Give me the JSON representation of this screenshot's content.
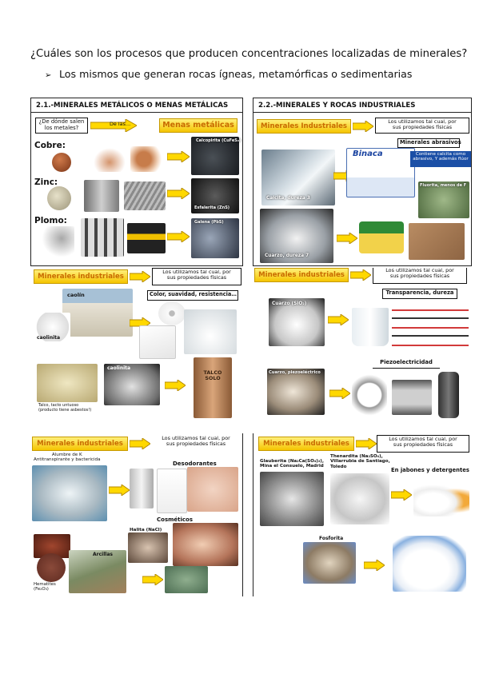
{
  "question": "¿Cuáles son los procesos que producen concentraciones localizadas de minerales?",
  "bullet": "Los mismos que generan rocas ígneas, metamórficas o sedimentarias",
  "bullet_marker": "➢",
  "p1": {
    "title": "2.1.-MINERALES METÁLICOS O MENAS METÁLICAS",
    "q_box": "¿De dónde salen\nlos metales?",
    "arrow_label": "De las…",
    "yellow": "Menas metálicas",
    "rows": [
      "Cobre:",
      "Zinc:",
      "Plomo:"
    ],
    "captions": [
      "Calcopirita (CuFeS₂)",
      "Esfalerita (ZnS)",
      "Galena (PbS)"
    ]
  },
  "p2": {
    "title": "2.2.-MINERALES Y ROCAS INDUSTRIALES",
    "yellow": "Minerales Industriales",
    "use_box": "Los utilizamos tal cual, por\nsus propiedades físicas",
    "sub_box": "Minerales abrasivos",
    "brand": "Binaca",
    "caps": [
      "Calcita, dureza 3",
      "Cuarzo, dureza 7",
      "Fluorita, menos de F"
    ],
    "promo": "Contiene calcita como\nabrasivo, Y además flúor"
  },
  "p3": {
    "yellow": "Minerales industriales",
    "use_box": "Los utilizamos tal cual, por\nsus propiedades físicas",
    "sub_box": "Color, suavidad, resistencia…",
    "labels": [
      "caolín",
      "caolinita",
      "caolinita"
    ],
    "talc": "Talco, tacto untuoso\n(producto tiene asbestos!)",
    "can": "TALCO\nSOLO"
  },
  "p4": {
    "yellow": "Minerales industriales",
    "use_box": "Los utilizamos tal cual, por\nsus propiedades físicas",
    "sub_box": "Transparencia, dureza",
    "piezo": "Piezoelectricidad",
    "caps": [
      "Cuarzo (SiO₂)",
      "Cuarzo, piezoeléctrico"
    ]
  },
  "p5": {
    "yellow": "Minerales industriales",
    "use_box": "Los utilizamos tal cual, por\nsus propiedades físicas",
    "alumbre": "Alumbre de K\nAntitranspirante y bactericida",
    "deso": "Desodorantes",
    "cosm": "Cosméticos",
    "halita": "Halita (NaCl)",
    "arcillas": "Arcillas",
    "hematites": "Hematites\n(Fe₂O₃)"
  },
  "p6": {
    "yellow": "Minerales industriales",
    "use_box": "Los utilizamos tal cual, por\nsus propiedades físicas",
    "glauber": "Glauberita (Na₂Ca(SO₄)₂),\nMina el Consuelo, Madrid",
    "thenar": "Thenardita (Na₂SO₄),\nVillarrubia de Santiago,\nToledo",
    "uses": "En jabones y detergentes",
    "fosfato": "Fosforita"
  }
}
